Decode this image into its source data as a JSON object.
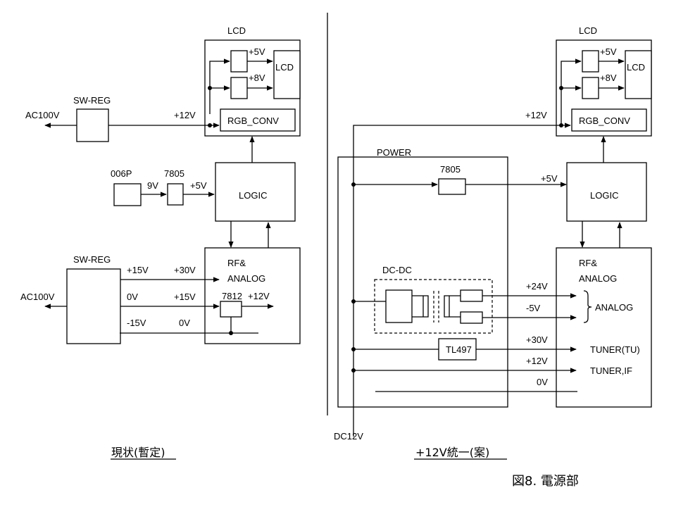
{
  "figure_caption": "図8. 電源部",
  "left": {
    "section_title": "現状(暫定)",
    "lcd_block": {
      "title": "LCD",
      "v5": "+5V",
      "v8": "+8V",
      "panel": "LCD",
      "rgb_conv": "RGB_CONV"
    },
    "sw_reg_top": {
      "label": "SW-REG",
      "input": "AC100V",
      "output": "+12V"
    },
    "battery": {
      "label": "006P",
      "voltage": "9V"
    },
    "reg_7805": {
      "label": "7805",
      "output": "+5V"
    },
    "logic": {
      "label": "LOGIC"
    },
    "rf_analog": {
      "line1": "RF&",
      "line2": "ANALOG"
    },
    "sw_reg_bottom": {
      "label": "SW-REG",
      "input": "AC100V",
      "rails": [
        {
          "out": "+15V",
          "in": "+30V"
        },
        {
          "out": "0V",
          "in": "+15V"
        },
        {
          "out": "-15V",
          "in": "0V"
        }
      ]
    },
    "reg_7812": {
      "label": "7812",
      "output": "+12V"
    }
  },
  "right": {
    "section_title": "+12V統一(案)",
    "lcd_block": {
      "title": "LCD",
      "v5": "+5V",
      "v8": "+8V",
      "panel": "LCD",
      "rgb_conv": "RGB_CONV",
      "input": "+12V"
    },
    "power": {
      "label": "POWER",
      "reg_7805": "7805",
      "dcdc": "DC-DC",
      "tl497": "TL497",
      "input": "DC12V"
    },
    "logic": {
      "label": "LOGIC",
      "input": "+5V"
    },
    "rf_analog": {
      "line1": "RF&",
      "line2": "ANALOG",
      "analog_group": "ANALOG",
      "tuner_tu": "TUNER(TU)",
      "tuner_if": "TUNER,IF"
    },
    "rails": {
      "v24": "+24V",
      "vm5": "-5V",
      "v30": "+30V",
      "v12": "+12V",
      "v0": "0V"
    }
  }
}
